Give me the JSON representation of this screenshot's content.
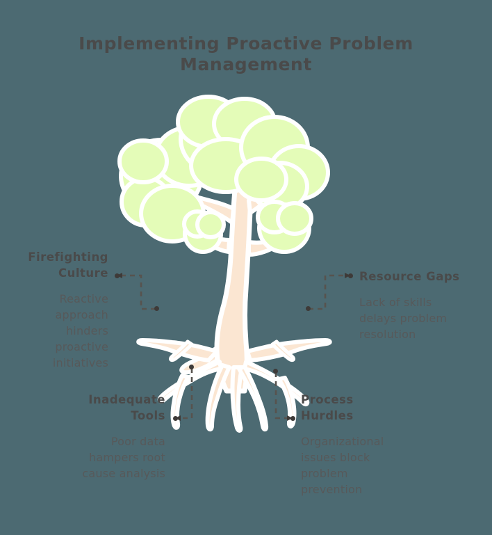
{
  "page": {
    "background_color": "#4C6A72",
    "title": "Implementing Proactive Problem Management",
    "title_color": "#4A4A4A"
  },
  "graphic": {
    "name": "problem-tree-diagram",
    "canopy_color": "#E4FCB8",
    "trunk_color": "#FBE6D2",
    "outline_color": "#FFFFFF",
    "connector_color": "#57534E"
  },
  "callouts": [
    {
      "id": "firefighting-culture",
      "label": "Firefighting\nCulture",
      "description": "Reactive\napproach\nhinders\nproactive\ninitiatives",
      "align": "right",
      "arrow": "left"
    },
    {
      "id": "resource-gaps",
      "label": "Resource Gaps",
      "description": "Lack of skills\ndelays problem\nresolution",
      "align": "left",
      "arrow": "right"
    },
    {
      "id": "inadequate-tools",
      "label": "Inadequate\nTools",
      "description": "Poor data\nhampers root\ncause analysis",
      "align": "right",
      "arrow": "left"
    },
    {
      "id": "process-hurdles",
      "label": "Process\nHurdles",
      "description": "Organizational\nissues block\nproblem\nprevention",
      "align": "left",
      "arrow": "right"
    }
  ]
}
